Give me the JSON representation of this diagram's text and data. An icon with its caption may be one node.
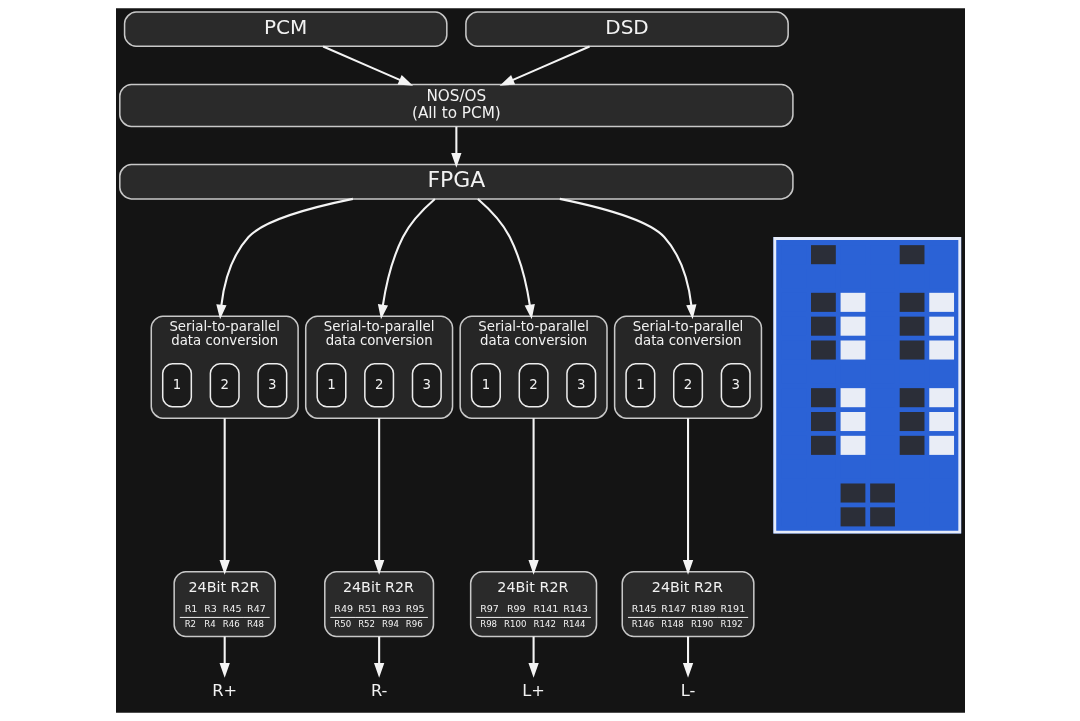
{
  "diagram": {
    "nodes": [
      {
        "text": [
          "PCM"
        ]
      },
      {
        "text": [
          "DSD"
        ]
      },
      {
        "text": [
          "NOS/OS",
          "(All to PCM)"
        ]
      },
      {
        "text": [
          "FPGA"
        ]
      },
      {
        "text": [
          "Serial-to-parallel data conversion"
        ]
      },
      {
        "text": [
          "1"
        ],
        "in": 4
      },
      {
        "text": [
          "2"
        ],
        "in": 4
      },
      {
        "text": [
          "3"
        ],
        "in": 4
      },
      {
        "text": [
          "Serial-to-parallel data conversion"
        ]
      },
      {
        "text": [
          "1"
        ],
        "in": 8
      },
      {
        "text": [
          "2"
        ],
        "in": 8
      },
      {
        "text": [
          "3"
        ],
        "in": 8
      },
      {
        "text": [
          "Serial-to-parallel data conversion"
        ]
      },
      {
        "text": [
          "1"
        ],
        "in": 12
      },
      {
        "text": [
          "2"
        ],
        "in": 12
      },
      {
        "text": [
          "3"
        ],
        "in": 12
      },
      {
        "text": [
          "Serial-to-parallel data conversion"
        ]
      },
      {
        "text": [
          "1"
        ],
        "in": 16
      },
      {
        "text": [
          "2"
        ],
        "in": 16
      },
      {
        "text": [
          "3"
        ],
        "in": 16
      },
      {
        "text": [
          "24Bit R2R",
          "R1",
          "R3",
          "R45",
          "R47",
          "R2",
          "R4",
          "R46",
          "R48"
        ]
      },
      {
        "text": [
          "24Bit R2R",
          "R49",
          "R51",
          "R93",
          "R95",
          "R50",
          "R52",
          "R94",
          "R96"
        ]
      },
      {
        "text": [
          "24Bit R2R",
          "R97",
          "R99",
          "R141",
          "R143",
          "R98",
          "R100",
          "R142",
          "R144"
        ]
      },
      {
        "text": [
          "24Bit R2R",
          "R145",
          "R147",
          "R189",
          "R191",
          "R146",
          "R148",
          "R190",
          "R192"
        ]
      },
      {
        "text": [
          "R+"
        ]
      },
      {
        "text": [
          "R-"
        ]
      },
      {
        "text": [
          "L+"
        ]
      },
      {
        "text": [
          "L-"
        ]
      },
      {
        "text": [],
        "shape": "picture"
      }
    ],
    "edges": [
      {
        "from": 0,
        "to": 2,
        "arrow": "to"
      },
      {
        "from": 1,
        "to": 2,
        "arrow": "to"
      },
      {
        "from": 2,
        "to": 3,
        "arrow": "to"
      },
      {
        "from": 3,
        "to": 4,
        "arrow": "to"
      },
      {
        "from": 3,
        "to": 8,
        "arrow": "to"
      },
      {
        "from": 3,
        "to": 12,
        "arrow": "to"
      },
      {
        "from": 3,
        "to": 16,
        "arrow": "to"
      },
      {
        "from": 4,
        "to": 20,
        "arrow": "to"
      },
      {
        "from": 8,
        "to": 21,
        "arrow": "to"
      },
      {
        "from": 12,
        "to": 22,
        "arrow": "to"
      },
      {
        "from": 16,
        "to": 23,
        "arrow": "to"
      },
      {
        "from": 20,
        "to": 24,
        "arrow": "to"
      },
      {
        "from": 21,
        "to": 25,
        "arrow": "to"
      },
      {
        "from": 22,
        "to": 26,
        "arrow": "to"
      },
      {
        "from": 23,
        "to": 27,
        "arrow": "to"
      }
    ]
  }
}
